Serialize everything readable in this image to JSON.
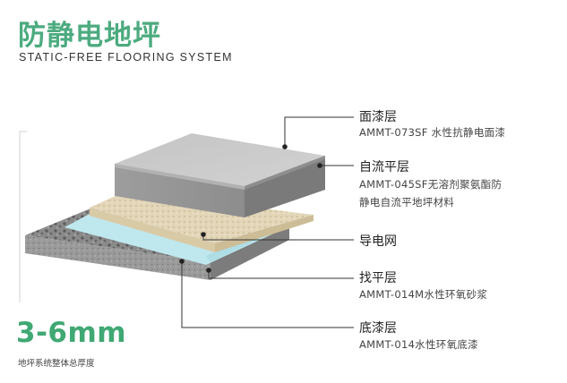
{
  "header": {
    "title": "防静电地坪",
    "subtitle": "STATIC-FREE FLOORING SYSTEM"
  },
  "footer": {
    "thickness": "3-6mm",
    "thickness_caption": "地坪系统整体总厚度"
  },
  "layers": [
    {
      "name": "面漆层",
      "desc": "AMMT-073SF 水性抗静电面漆"
    },
    {
      "name": "自流平层",
      "desc_line1": "AMMT-045SF无溶剂聚氨酯防",
      "desc_line2": "静电自流平地坪材料"
    },
    {
      "name": "导电网"
    },
    {
      "name": "找平层",
      "desc": "AMMT-014M水性环氧砂浆"
    },
    {
      "name": "底漆层",
      "desc": "AMMT-014水性环氧底漆"
    }
  ]
}
